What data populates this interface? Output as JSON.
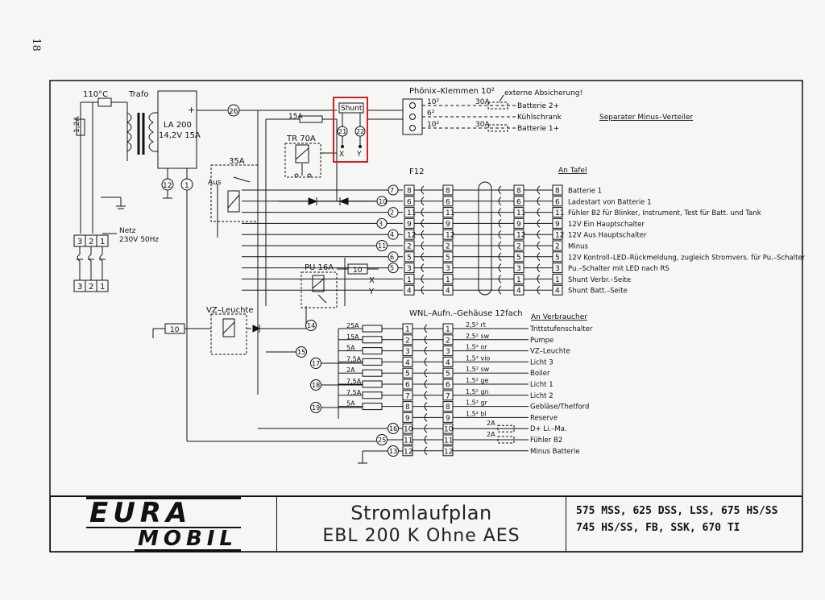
{
  "page_number": "18",
  "top_labels": {
    "thermo_fuse": "110°C",
    "trafo": "Trafo",
    "charger": "LA 200",
    "charger_rating": "14,2V 15A",
    "charger_plus": "+",
    "fuse_12a": "1,2A",
    "netz": "Netz",
    "netz_voltage": "230V 50Hz",
    "fuse_15a": "15A",
    "relay_tr": "TR 70A",
    "relay_35a": "35A",
    "switch_aus": "Aus",
    "shunt": "Shunt",
    "shunt_x": "X",
    "shunt_y": "Y",
    "phoenix": "Phönix–Klemmen 10²",
    "ext_fuse": "externe Absicherung!",
    "fuse_30a_1": "30A",
    "fuse_30a_2": "30A",
    "phoenix_1": "Batterie 2+",
    "phoenix_2": "Kühlschrank",
    "phoenix_3": "Batterie 1+",
    "separator": "Separater Minus–Verteiler",
    "f12": "F12",
    "an_tafel": "An Tafel",
    "pu_relay": "PU 16A",
    "vz_leuchte": "VZ–Leuchte",
    "x_label": "X",
    "y_label": "Y",
    "wnl": "WNL–Aufn.–Gehäuse 12fach",
    "an_verbraucher": "An Verbraucher"
  },
  "circle_nodes": [
    "26",
    "12",
    "1",
    "21",
    "22",
    "7",
    "10",
    "2",
    "3",
    "4",
    "11",
    "6",
    "5",
    "14",
    "15",
    "17",
    "18",
    "19",
    "16",
    "25",
    "13"
  ],
  "box_labels": [
    "1",
    "2",
    "3",
    "10",
    "10"
  ],
  "f12_terminals": [
    "8",
    "6",
    "11",
    "9",
    "12",
    "2",
    "5",
    "3",
    "1",
    "4"
  ],
  "tafel_descriptions": [
    "Batterie 1",
    "Ladestart von Batterie 1",
    "Fühler B2 für Blinker, Instrument, Test für Batt. und Tank",
    "12V Ein Hauptschalter",
    "12V Aus Hauptschalter",
    "Minus",
    "12V Kontroll–LED–Rückmeldung, zugleich Stromvers. für Pu.–Schalter",
    "Pu.–Schalter mit LED nach RS",
    "Shunt Verbr.–Seite",
    "Shunt Batt.–Seite"
  ],
  "wnl_terminals": [
    "1",
    "2",
    "3",
    "4",
    "5",
    "6",
    "7",
    "8",
    "9",
    "10",
    "11",
    "12"
  ],
  "wnl_fuses": [
    "25A",
    "15A",
    "5A",
    "7,5A",
    "2A",
    "7,5A",
    "7,5A",
    "5A"
  ],
  "wnl_fuses_lower": [
    "2A",
    "2A"
  ],
  "wire_sizes": [
    "2,5² rt",
    "2,5² sw",
    "1,5² or",
    "1,5² vio",
    "1,5² sw",
    "1,5² ge",
    "1,5² gn",
    "1,5² gr",
    "1,5² bl"
  ],
  "verbraucher": [
    "Trittstufenschalter",
    "Pumpe",
    "VZ–Leuchte",
    "Licht 3",
    "Boiler",
    "Licht 1",
    "Licht 2",
    "Gebläse/Thetford",
    "Reserve",
    "D+ Li.–Ma.",
    "Fühler B2",
    "Minus Batterie"
  ],
  "title_block": {
    "logo_line1": "EURA",
    "logo_line2": "MOBIL",
    "title_line1": "Stromlaufplan",
    "title_line2": "EBL 200 K   Ohne AES",
    "models_line1": "575 MSS, 625 DSS, LSS, 675 HS/SS",
    "models_line2": "745 HS/SS, FB, SSK, 670 TI"
  },
  "highlight_color": "#d42020"
}
